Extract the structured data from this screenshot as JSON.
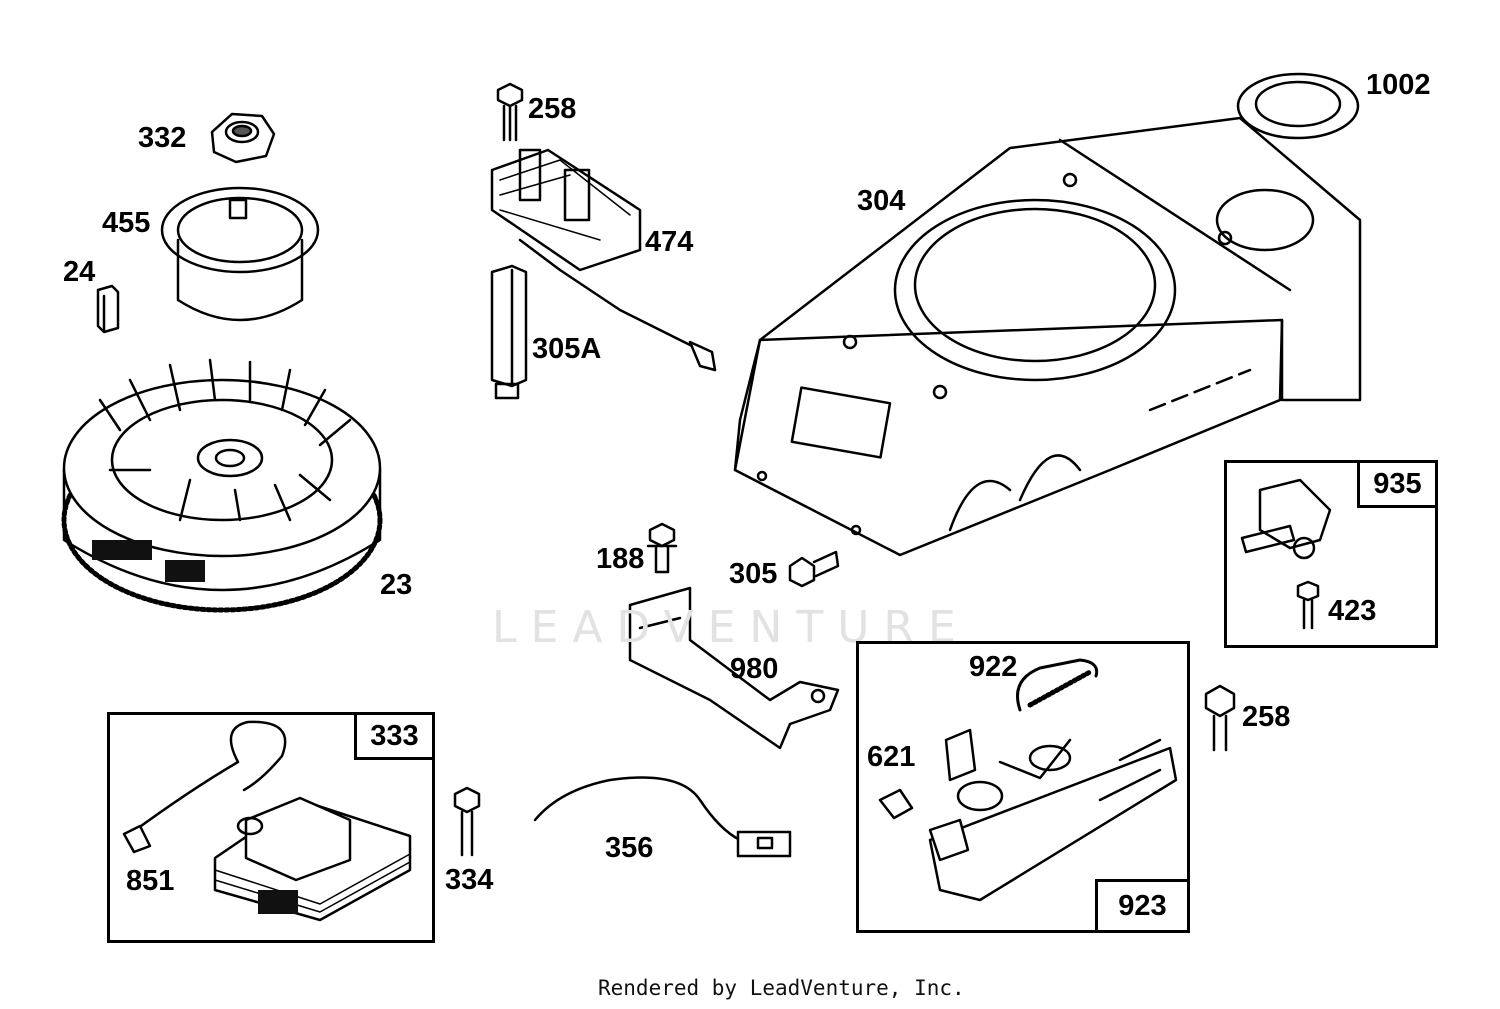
{
  "watermark": "LEADVENTURE",
  "footer": "Rendered by LeadVenture, Inc.",
  "callouts": {
    "p332": "332",
    "p455": "455",
    "p24": "24",
    "p23": "23",
    "p258a": "258",
    "p474": "474",
    "p305a": "305A",
    "p304": "304",
    "p1002": "1002",
    "p188": "188",
    "p305": "305",
    "p980": "980",
    "p423": "423",
    "p258b": "258",
    "p922": "922",
    "p621": "621",
    "p851": "851",
    "p334": "334",
    "p356": "356"
  },
  "kits": {
    "k935": "935",
    "k333": "333",
    "k923": "923"
  }
}
